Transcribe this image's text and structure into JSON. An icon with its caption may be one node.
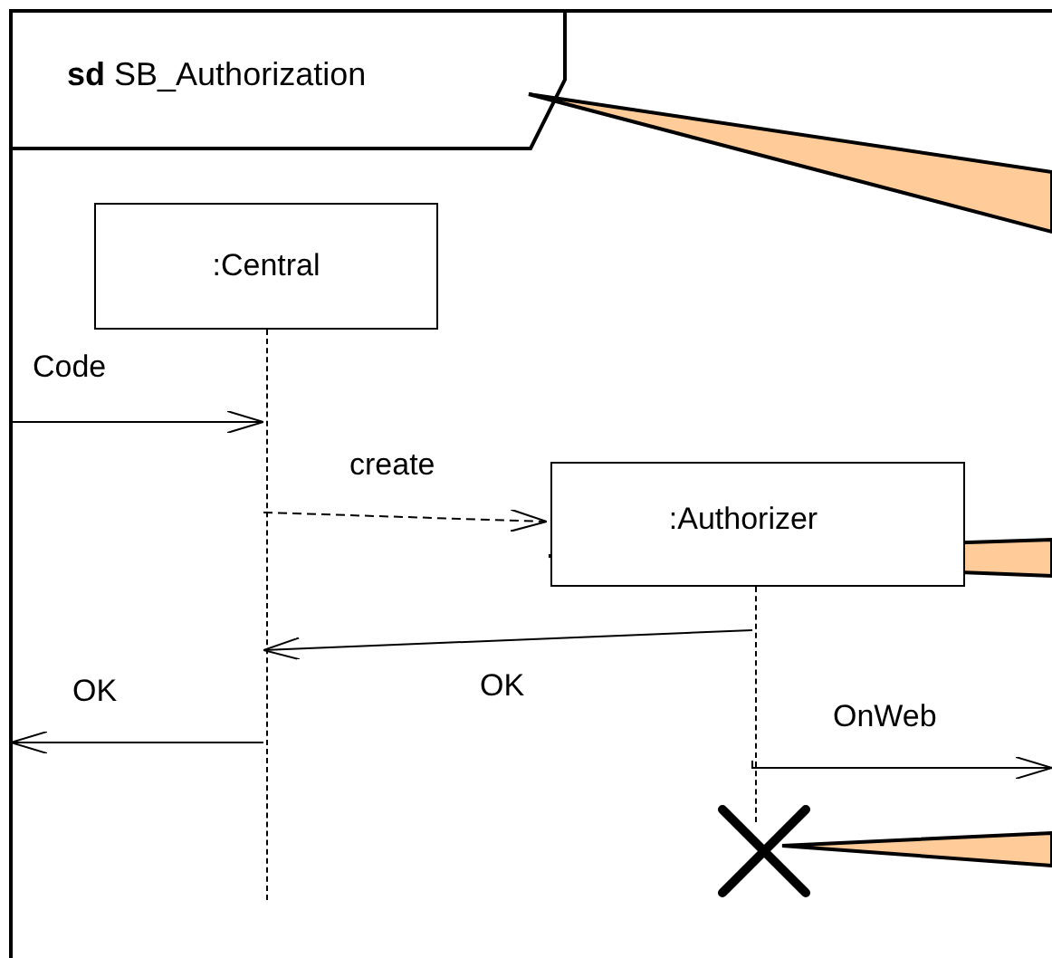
{
  "diagram": {
    "nodes": [
      {
        "text": [
          "**sd** SB_Authorization"
        ]
      },
      {
        "text": [
          ":Central"
        ],
        "in": 0
      },
      {
        "text": [
          ":Authorizer"
        ],
        "in": 0
      },
      {
        "text": [],
        "shape": "line",
        "in": 0
      },
      {
        "text": [],
        "shape": "line",
        "in": 0
      },
      {
        "text": [],
        "shape": "cross",
        "in": 0
      }
    ],
    "edges": [
      {
        "from": 0,
        "to": 3,
        "arrow": "to",
        "label": "Code"
      },
      {
        "from": 3,
        "to": 2,
        "arrow": "to",
        "label": "create",
        "style": "dashed"
      },
      {
        "from": 4,
        "to": 3,
        "arrow": "to",
        "label": "OK"
      },
      {
        "from": 3,
        "to": 0,
        "arrow": "to",
        "label": "OK"
      },
      {
        "from": 4,
        "to": null,
        "arrow": "to",
        "label": "OnWeb"
      },
      {
        "from": null,
        "to": 0,
        "arrow": "to",
        "style": "thick",
        "color": "#ffcc99"
      },
      {
        "from": null,
        "to": 2,
        "arrow": "to",
        "style": "thick",
        "color": "#ffcc99"
      },
      {
        "from": null,
        "to": 5,
        "arrow": "to",
        "style": "thick",
        "color": "#ffcc99"
      }
    ]
  }
}
